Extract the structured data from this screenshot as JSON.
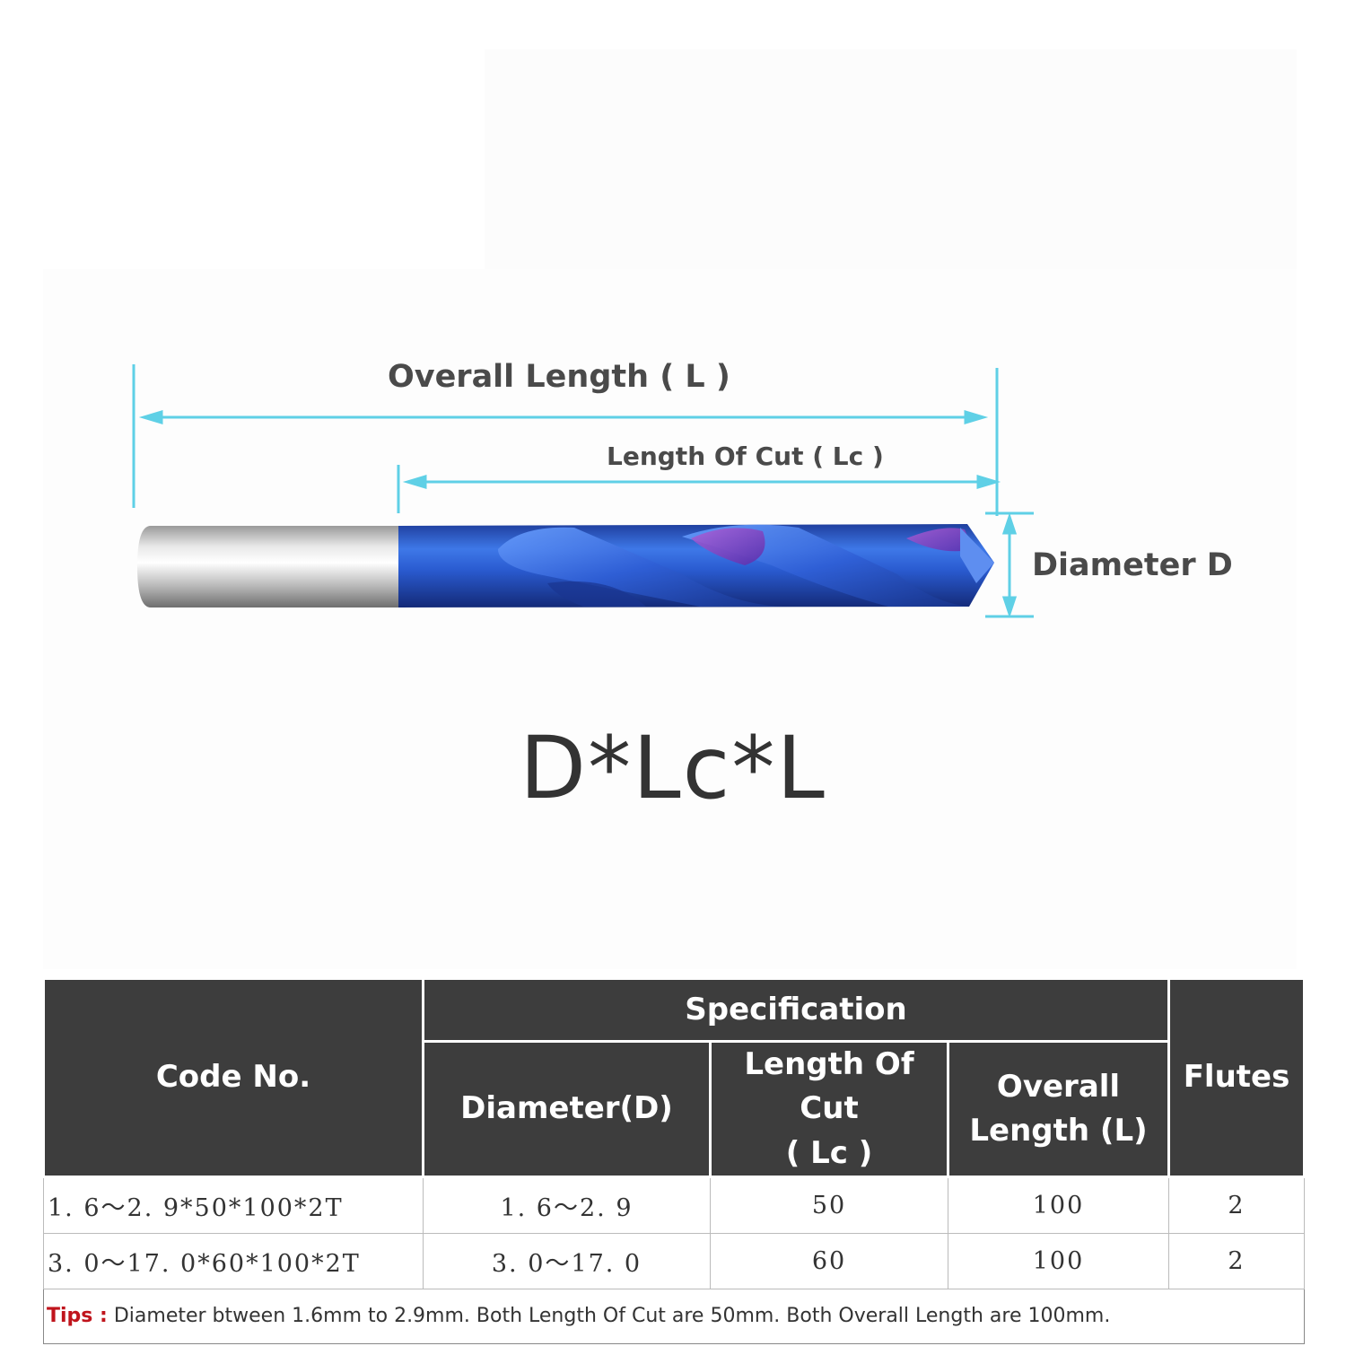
{
  "diagram": {
    "overall_length_label": "Overall Length ( L )",
    "length_of_cut_label": "Length Of Cut ( Lc )",
    "diameter_label": "Diameter D",
    "formula": "D*Lc*L",
    "colors": {
      "dimension_line": "#5fd0e6",
      "shank": "#c8c8c8",
      "flute_blue": "#2f5fd6",
      "flute_purple": "#8a3cc0"
    }
  },
  "table": {
    "headers": {
      "code_no": "Code No.",
      "specification": "Specification",
      "diameter": "Diameter(D)",
      "length_of_cut_line1": "Length Of Cut",
      "length_of_cut_line2": "( Lc )",
      "overall_line1": "Overall",
      "overall_line2": "Length (L)",
      "flutes": "Flutes"
    },
    "rows": [
      {
        "code": "1. 6～2. 9*50*100*2T",
        "diameter": "1. 6～2. 9",
        "length_of_cut": "50",
        "overall_length": "100",
        "flutes": "2"
      },
      {
        "code": "3. 0～17. 0*60*100*2T",
        "diameter": "3. 0～17. 0",
        "length_of_cut": "60",
        "overall_length": "100",
        "flutes": "2"
      }
    ],
    "tips_label": "Tips :",
    "tips_text": "Diameter btween 1.6mm to 2.9mm.  Both Length Of Cut are 50mm.   Both  Overall Length are 100mm."
  }
}
